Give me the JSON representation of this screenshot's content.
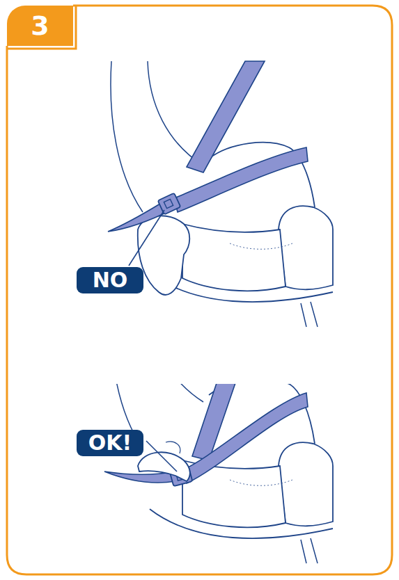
{
  "diagram": {
    "nodes": [
      {
        "text": [
          "3"
        ]
      },
      {
        "text": [
          "NO"
        ]
      },
      {
        "text": [
          "OK!"
        ]
      }
    ]
  }
}
